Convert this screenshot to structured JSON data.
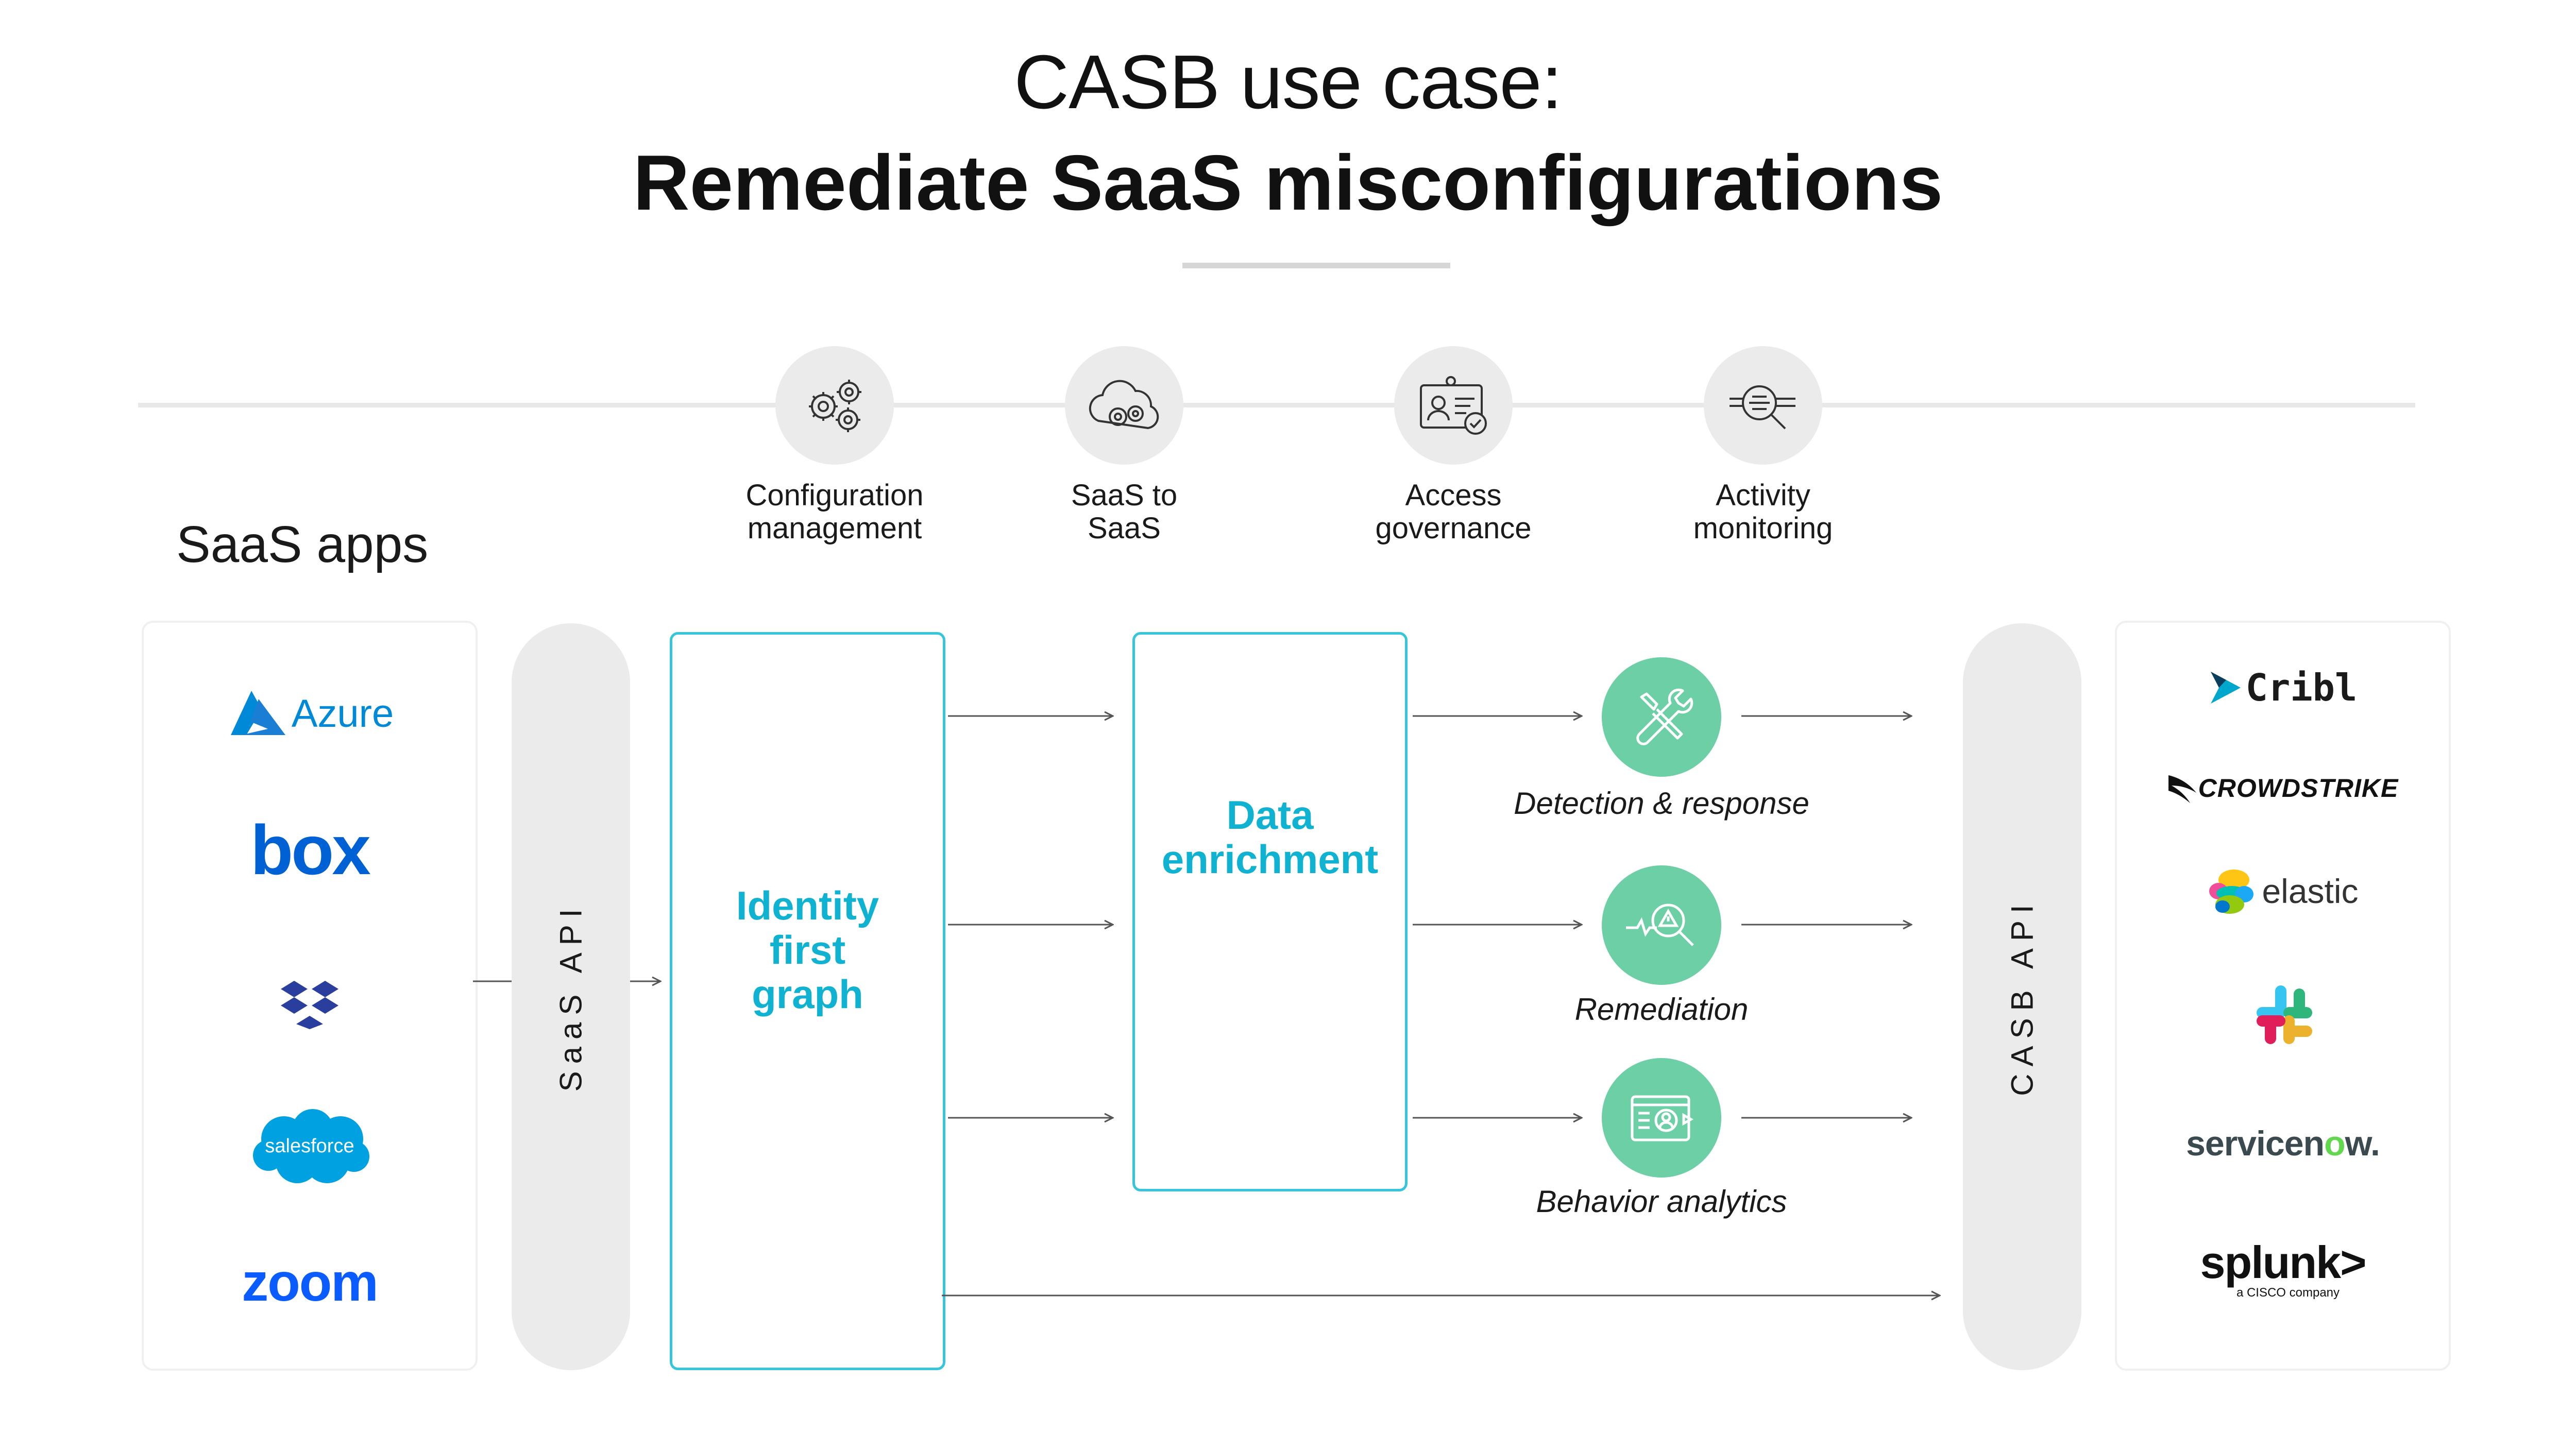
{
  "title": {
    "line1": "CASB use case:",
    "line2": "Remediate SaaS misconfigurations"
  },
  "use_cases": [
    {
      "line1": "Configuration",
      "line2": "management",
      "icon": "gears-icon"
    },
    {
      "line1": "SaaS to",
      "line2": "SaaS",
      "icon": "cloud-gears-icon"
    },
    {
      "line1": "Access",
      "line2": "governance",
      "icon": "id-card-check-icon"
    },
    {
      "line1": "Activity",
      "line2": "monitoring",
      "icon": "magnifier-monitor-icon"
    }
  ],
  "saas_apps": {
    "heading": "SaaS apps",
    "logos": [
      {
        "name": "Azure",
        "text": "Azure",
        "color": "#0089d6"
      },
      {
        "name": "box",
        "text": "box",
        "color": "#0061d5"
      },
      {
        "name": "Dropbox",
        "text": "",
        "color": "#0061fe"
      },
      {
        "name": "Salesforce",
        "text": "salesforce",
        "color": "#00a1e0"
      },
      {
        "name": "Zoom",
        "text": "zoom",
        "color": "#0b5cff"
      }
    ]
  },
  "saas_api_label": "SaaS API",
  "casb_api_label": "CASB API",
  "stages": {
    "identity": {
      "line1": "Identity",
      "line2": "first",
      "line3": "graph"
    },
    "enrichment": {
      "line1": "Data",
      "line2": "enrichment"
    }
  },
  "outcomes": [
    {
      "label": "Detection & response",
      "icon": "tools-icon"
    },
    {
      "label": "Remediation",
      "icon": "alert-magnifier-icon"
    },
    {
      "label": "Behavior analytics",
      "icon": "user-dashboard-icon"
    }
  ],
  "integrations": {
    "cribl": "Cribl",
    "crowdstrike": "CROWDSTRIKE",
    "elastic": "elastic",
    "slack": "",
    "servicenow_part1": "servicen",
    "servicenow_o": "o",
    "servicenow_part2": "w.",
    "splunk": "splunk>",
    "splunk_sub": "a CISCO company"
  },
  "colors": {
    "accent_cyan": "#0fb3d1",
    "outcome_green": "#6ccfa5",
    "pill_gray": "#ebebeb"
  }
}
